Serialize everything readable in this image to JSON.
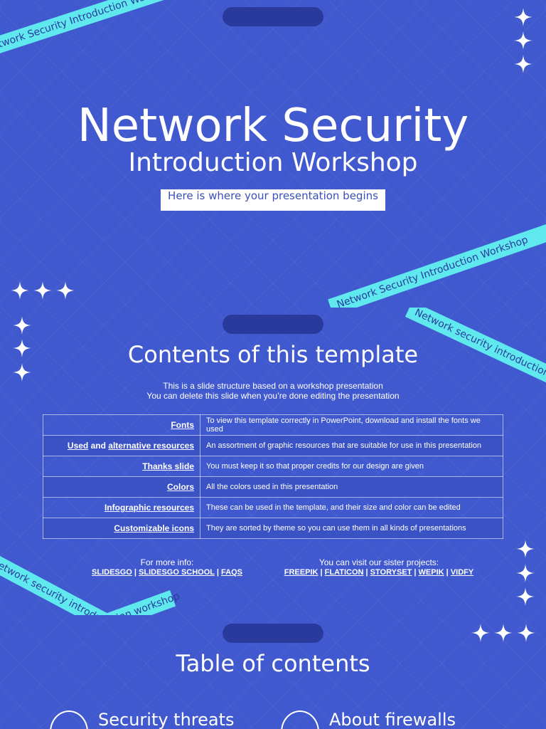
{
  "slide1": {
    "title": "Network Security",
    "subtitle": "Introduction Workshop",
    "tagline": "Here is where your presentation begins",
    "ribbon_top": "Network Security Introduction Workshop",
    "ribbon_right": "Network Security Introduction Workshop"
  },
  "slide2": {
    "title": "Contents of this template",
    "intro_line1": "This is a slide structure based on a workshop presentation",
    "intro_line2": "You can delete this slide when you’re done editing the presentation",
    "ribbon_right": "Network security introduction workshop",
    "ribbon_left_top": "Network security introduction workshop",
    "ribbon_left_bottom": "Network security introduction workshop",
    "rows": [
      {
        "label": "Fonts",
        "desc": "To view this template correctly in PowerPoint, download and install the fonts we used"
      },
      {
        "label_a": "Used",
        "label_mid": " and ",
        "label_b": "alternative resources",
        "desc": "An assortment of graphic resources that are suitable for use in this presentation"
      },
      {
        "label": "Thanks slide",
        "desc": "You must keep it so that proper credits for our design are given"
      },
      {
        "label": "Colors",
        "desc": "All the colors used in this presentation"
      },
      {
        "label": "Infographic resources",
        "desc": "These can be used in the template, and their size and color can be edited"
      },
      {
        "label": "Customizable icons",
        "desc": "They are sorted by theme so you can use them in all kinds of presentations"
      }
    ],
    "more_info_label": "For more info:",
    "more_info_links": [
      "SLIDESGO",
      "SLIDESGO SCHOOL",
      "FAQS"
    ],
    "sister_label": "You can visit our sister projects:",
    "sister_links": [
      "FREEPIK",
      "FLATICON",
      "STORYSET",
      "WEPIK",
      "VIDFY"
    ],
    "separator": "|"
  },
  "slide3": {
    "title": "Table of contents",
    "items": [
      {
        "label": "Security threats"
      },
      {
        "label": "About firewalls"
      }
    ]
  },
  "colors": {
    "background": "#4159cf",
    "ribbon": "#5fe8ee",
    "pill": "#2a3a9c",
    "text": "#ffffff"
  }
}
